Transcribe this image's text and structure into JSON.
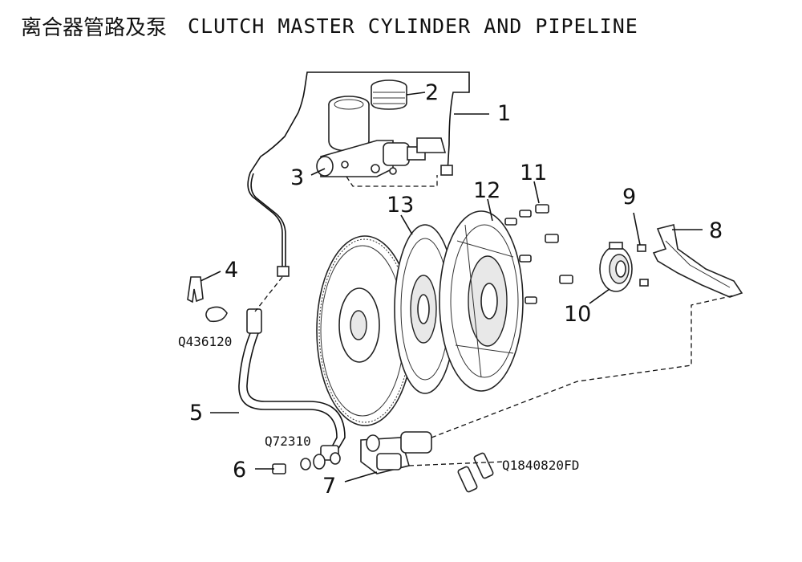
{
  "title": {
    "cn": "离合器管路及泵",
    "en": "CLUTCH MASTER CYLINDER AND PIPELINE"
  },
  "callouts": [
    "1",
    "2",
    "3",
    "4",
    "5",
    "6",
    "7",
    "8",
    "9",
    "10",
    "11",
    "12",
    "13"
  ],
  "codes": [
    "Q436120",
    "Q72310",
    "Q1840820FD"
  ]
}
